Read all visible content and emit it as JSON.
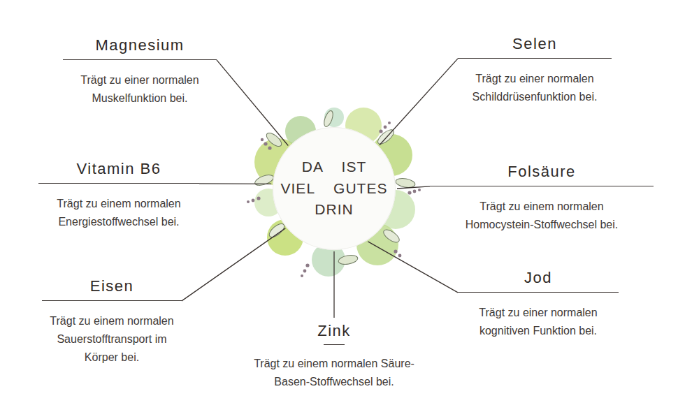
{
  "diagram": {
    "nodes": [
      {
        "text": [
          "DA IST VIEL GUTES DRIN"
        ]
      },
      {
        "text": [
          "Magnesium",
          "Trägt zu einer normalen Muskelfunktion bei."
        ]
      },
      {
        "text": [
          "Selen",
          "Trägt zu einer normalen Schilddrüsenfunktion bei."
        ]
      },
      {
        "text": [
          "Vitamin B6",
          "Trägt zu einem normalen Energiestoffwechsel bei."
        ]
      },
      {
        "text": [
          "Folsäure",
          "Trägt zu einem normalen Homocystein-Stoffwechsel bei."
        ]
      },
      {
        "text": [
          "Eisen",
          "Trägt zu einem normalen Sauerstofftransport im Körper bei."
        ]
      },
      {
        "text": [
          "Jod",
          "Trägt zu einer normalen kognitiven Funktion bei."
        ]
      },
      {
        "text": [
          "Zink",
          "Trägt zu einem normalen Säure-Basen-Stoffwechsel bei."
        ]
      }
    ],
    "edges": [
      {
        "from": 0,
        "to": 1,
        "arrow": "none"
      },
      {
        "from": 0,
        "to": 2,
        "arrow": "none"
      },
      {
        "from": 0,
        "to": 3,
        "arrow": "none"
      },
      {
        "from": 0,
        "to": 4,
        "arrow": "none"
      },
      {
        "from": 0,
        "to": 5,
        "arrow": "none"
      },
      {
        "from": 0,
        "to": 6,
        "arrow": "none"
      },
      {
        "from": 0,
        "to": 7,
        "arrow": "none"
      }
    ]
  }
}
